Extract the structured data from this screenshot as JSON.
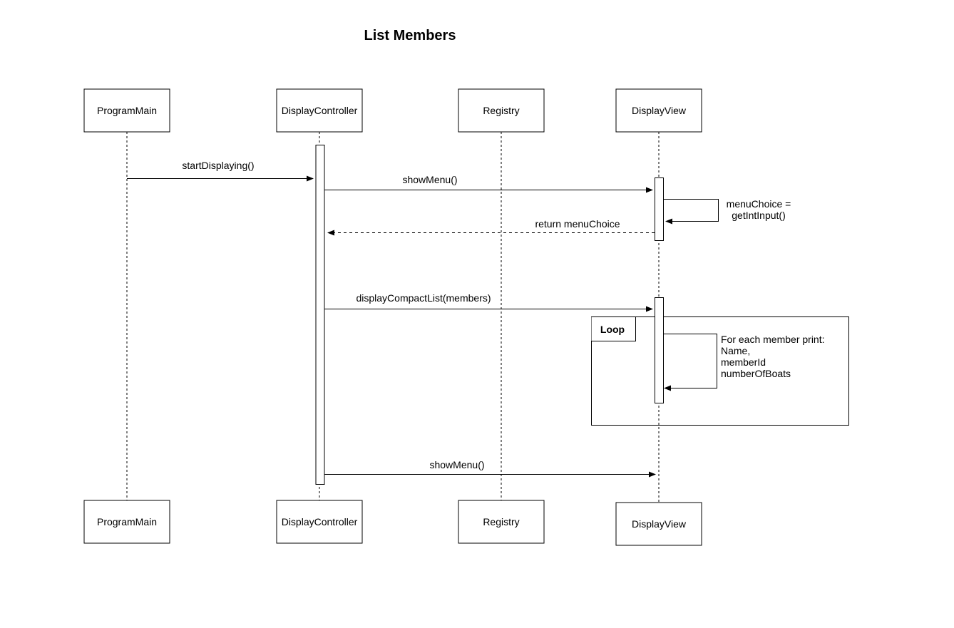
{
  "title": "List Members",
  "participants": {
    "program_main": "ProgramMain",
    "display_controller": "DisplayController",
    "registry": "Registry",
    "display_view": "DisplayView"
  },
  "messages": {
    "start_displaying": "startDisplaying()",
    "show_menu_1": "showMenu()",
    "menu_choice_line1": "menuChoice =",
    "menu_choice_line2": "getIntInput()",
    "return_menu_choice": "return menuChoice",
    "display_compact_list": "displayCompactList(members)",
    "show_menu_2": "showMenu()"
  },
  "loop": {
    "label": "Loop",
    "note_lines": [
      "For each member print:",
      "Name,",
      "memberId",
      "numberOfBoats"
    ]
  }
}
